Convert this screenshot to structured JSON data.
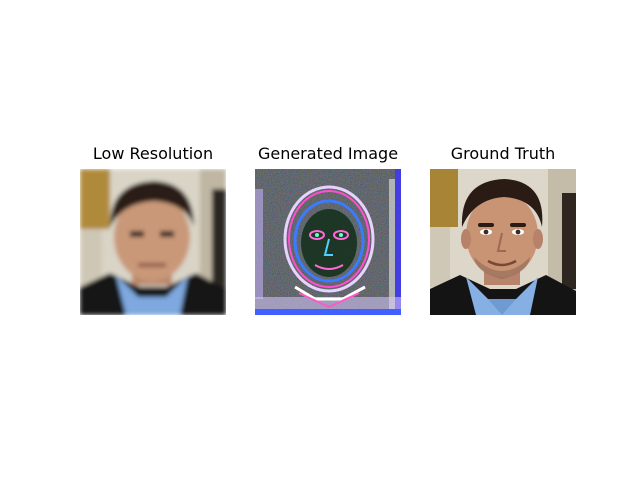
{
  "panels": [
    {
      "title": "Low Resolution",
      "image": "low-resolution-face"
    },
    {
      "title": "Generated Image",
      "image": "generated-noisy-face"
    },
    {
      "title": "Ground Truth",
      "image": "ground-truth-face"
    }
  ],
  "colors": {
    "background": "#ffffff",
    "text": "#000000",
    "skin": "#c99878",
    "hair": "#2a1e17",
    "shirt": "#7ea8de",
    "jacket": "#141414",
    "wall": "#d8d2c4",
    "gold": "#a88536"
  }
}
